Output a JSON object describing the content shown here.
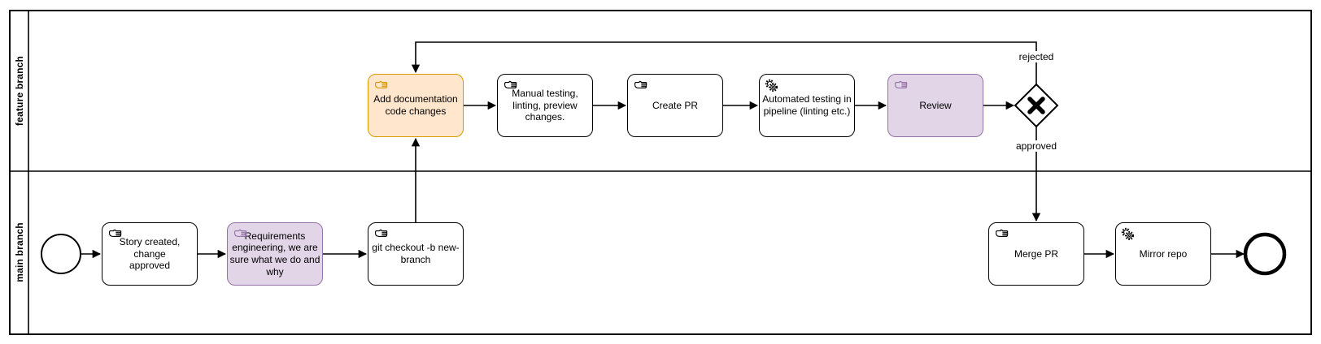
{
  "diagram": {
    "pool": {
      "lanes": [
        {
          "label": "feature branch"
        },
        {
          "label": "main branch"
        }
      ]
    },
    "tasks": {
      "add_docs": {
        "label": "Add documentation\ncode changes",
        "type": "manual"
      },
      "manual_test": {
        "label": "Manual testing,\nlinting, preview\nchanges.",
        "type": "manual"
      },
      "create_pr": {
        "label": "Create PR",
        "type": "manual"
      },
      "auto_test": {
        "label": "Automated testing in\npipeline (linting etc.)",
        "type": "service"
      },
      "review": {
        "label": "Review",
        "type": "manual"
      },
      "story": {
        "label": "Story created, change\napproved",
        "type": "manual"
      },
      "requirements": {
        "label": "Requirements\nengineering, we are\nsure what we do and\nwhy",
        "type": "manual"
      },
      "git_checkout": {
        "label": "git checkout -b new-\nbranch",
        "type": "manual"
      },
      "merge_pr": {
        "label": "Merge PR",
        "type": "manual"
      },
      "mirror_repo": {
        "label": "Mirror repo",
        "type": "service"
      }
    },
    "gateway": {
      "type": "exclusive",
      "labels": {
        "rejected": "rejected",
        "approved": "approved"
      }
    },
    "colors": {
      "orange_fill": "#FFE6CC",
      "orange_stroke": "#D79B00",
      "purple_fill": "#E1D5E7",
      "purple_stroke": "#9673A6",
      "line": "#000000"
    }
  }
}
